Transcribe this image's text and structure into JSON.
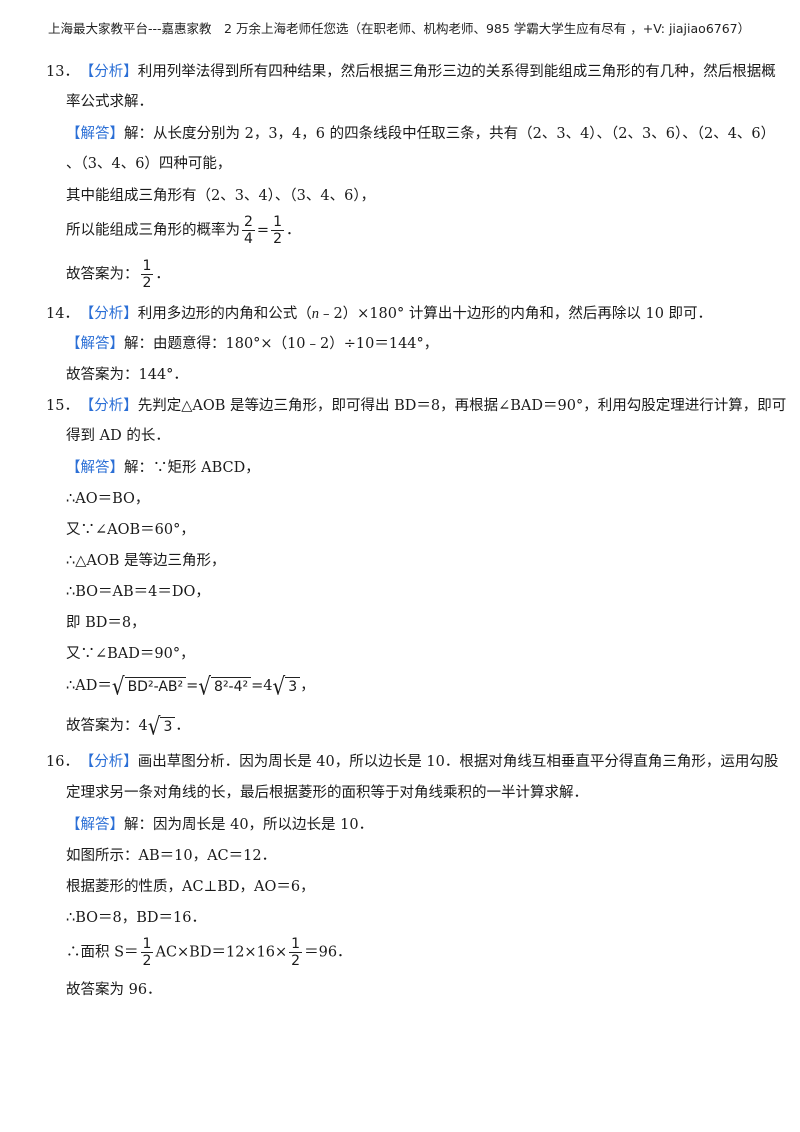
{
  "header": "上海最大家教平台---嘉惠家教　2 万余上海老师任您选（在职老师、机构老师、985 学霸大学生应有尽有 ，+V: jiajiao6767）",
  "tags": {
    "analysis": "【分析】",
    "answer": "【解答】"
  },
  "q13": {
    "num": "13．",
    "analysis_1": "利用列举法得到所有四种结果，然后根据三角形三边的关系得到能组成三角形的有几种，然后根据概",
    "analysis_2": "率公式求解．",
    "ans_1": "解：从长度分别为 2，3，4，6 的四条线段中任取三条，共有（2、3、4）、（2、3、6）、（2、4、6）",
    "ans_2": "、（3、4、6）四种可能，",
    "ans_3": "其中能组成三角形有（2、3、4）、（3、4、6），",
    "ans_4_pre": "所以能组成三角形的概率为",
    "frac1_n": "2",
    "frac1_d": "4",
    "eq": "=",
    "frac2_n": "1",
    "frac2_d": "2",
    "period": "．",
    "ans_5_pre": "故答案为：",
    "frac3_n": "1",
    "frac3_d": "2"
  },
  "q14": {
    "num": "14．",
    "analysis_1_a": "利用多边形的内角和公式（",
    "n": "n",
    "analysis_1_b": "﹣2）×180° 计算出十边形的内角和，然后再除以 10 即可．",
    "ans_1": "解：由题意得：180°×（10﹣2）÷10＝144°，",
    "ans_2": "故答案为：144°．"
  },
  "q15": {
    "num": "15．",
    "analysis_1": "先判定△AOB 是等边三角形，即可得出 BD＝8，再根据∠BAD＝90°，利用勾股定理进行计算，即可",
    "analysis_2": "得到 AD 的长．",
    "ans_1": "解：∵矩形 ABCD，",
    "ans_2": "∴AO＝BO，",
    "ans_3": "又∵∠AOB＝60°，",
    "ans_4": "∴△AOB 是等边三角形，",
    "ans_5": "∴BO＝AB＝4＝DO，",
    "ans_6": "即 BD＝8，",
    "ans_7": "又∵∠BAD＝90°，",
    "ans_8_pre": "∴AD＝",
    "root1": "BD²-AB²",
    "root2": "8²-4²",
    "res": "4",
    "root3": "3",
    "comma": "，",
    "ans_9_pre": "故答案为：",
    "ans_9_res": "4",
    "root4": "3"
  },
  "q16": {
    "num": "16．",
    "analysis_1": "画出草图分析．因为周长是 40，所以边长是 10．根据对角线互相垂直平分得直角三角形，运用勾股",
    "analysis_2": "定理求另一条对角线的长，最后根据菱形的面积等于对角线乘积的一半计算求解．",
    "ans_1": "解：因为周长是 40，所以边长是 10．",
    "ans_2": "如图所示：AB＝10，AC＝12．",
    "ans_3": "根据菱形的性质，AC⊥BD，AO＝6，",
    "ans_4": "∴BO＝8，BD＝16．",
    "ans_5_pre": "∴面积 S＝",
    "frac_n": "1",
    "frac_d": "2",
    "ans_5_mid": "AC×BD＝12×16×",
    "frac2_n": "1",
    "frac2_d": "2",
    "ans_5_post": "＝96．",
    "ans_6": "故答案为 96．"
  }
}
